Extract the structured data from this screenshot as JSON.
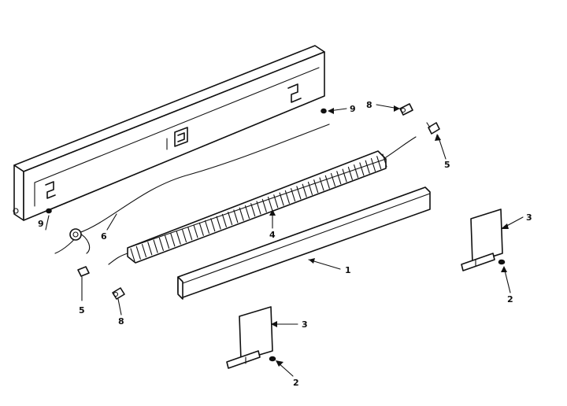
{
  "callouts": {
    "c1": "1",
    "c2a": "2",
    "c2b": "2",
    "c3a": "3",
    "c3b": "3",
    "c4": "4",
    "c5a": "5",
    "c5b": "5",
    "c6": "6",
    "c8a": "8",
    "c8b": "8",
    "c9a": "9",
    "c9b": "9"
  },
  "colors": {
    "ink": "#111111",
    "paper": "#ffffff"
  }
}
